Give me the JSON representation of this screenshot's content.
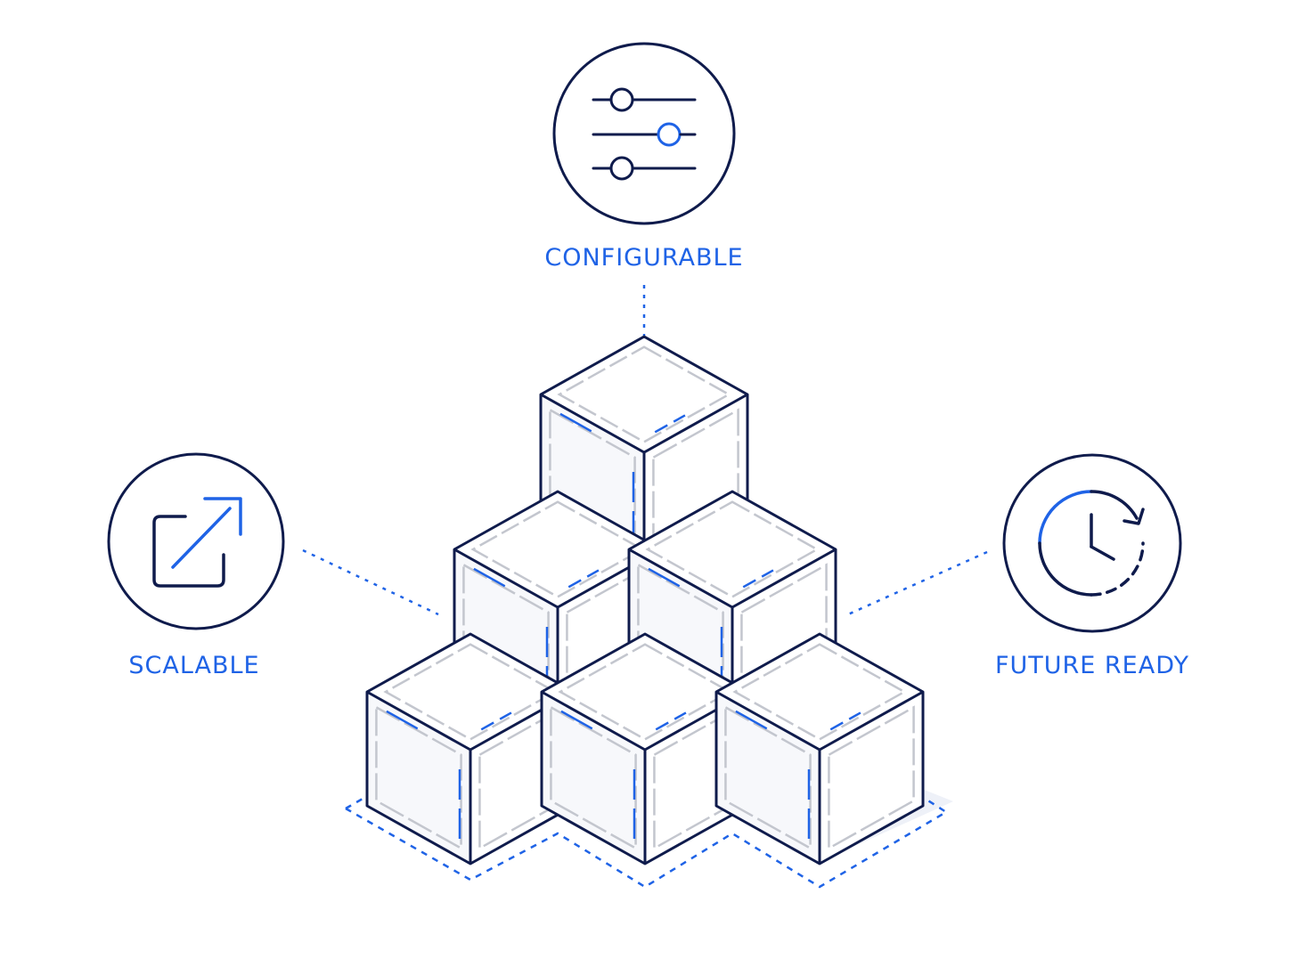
{
  "features": {
    "configurable": {
      "label": "CONFIGURABLE",
      "icon": "sliders-icon"
    },
    "scalable": {
      "label": "SCALABLE",
      "icon": "expand-arrow-icon"
    },
    "future_ready": {
      "label": "FUTURE READY",
      "icon": "clock-refresh-icon"
    }
  },
  "diagram": {
    "structure": "cube-pyramid",
    "rows": [
      1,
      2,
      3
    ]
  },
  "colors": {
    "outline": "#0f1b4c",
    "accent": "#1f63e6",
    "inner_line": "#c3c6ce",
    "shadow": "#e8ecf5"
  }
}
